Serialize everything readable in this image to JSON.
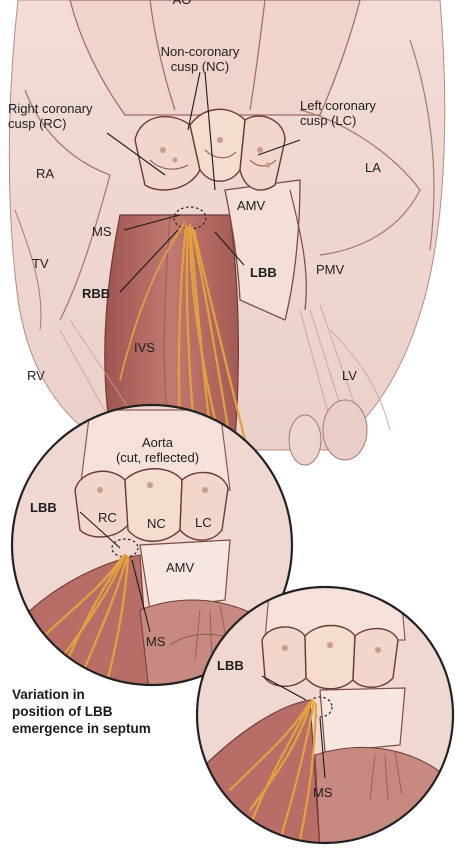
{
  "labels": {
    "top_truncated": "AO",
    "non_coronary_cusp": [
      "Non-coronary",
      "cusp (NC)"
    ],
    "right_coronary_cusp": [
      "Right coronary",
      "cusp (RC)"
    ],
    "left_coronary_cusp": [
      "Left coronary",
      "cusp (LC)"
    ],
    "ra": "RA",
    "la": "LA",
    "amv": "AMV",
    "ms": "MS",
    "tv": "TV",
    "lbb": "LBB",
    "pmv": "PMV",
    "rbb": "RBB",
    "ivs": "IVS",
    "rv": "RV",
    "lv": "LV"
  },
  "inset1": {
    "aorta": [
      "Aorta",
      "(cut, reflected)"
    ],
    "lbb": "LBB",
    "rc": "RC",
    "nc": "NC",
    "lc": "LC",
    "amv": "AMV",
    "ms": "MS"
  },
  "inset2": {
    "lbb": "LBB",
    "ms": "MS"
  },
  "caption": [
    "Variation in",
    "position of LBB",
    "emergence in septum"
  ],
  "colors": {
    "tissue": "#e8c4bc",
    "tissue_dark": "#c98f86",
    "septum": "#b5675f",
    "valve": "#f1d9cf",
    "bundle": "#e8a640",
    "outline": "#7a4a44",
    "circle_border": "#222222"
  }
}
